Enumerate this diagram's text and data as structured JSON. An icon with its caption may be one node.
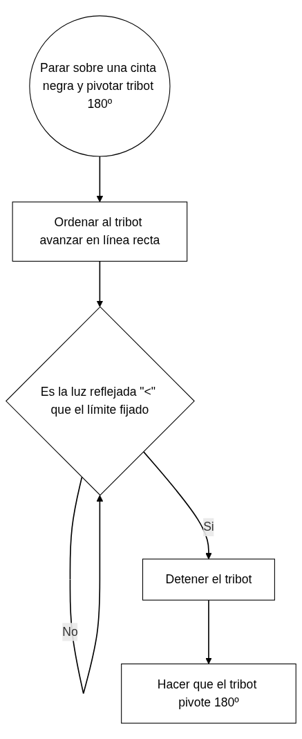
{
  "diagram": {
    "nodes": [
      {
        "text": [
          "Parar sobre una cinta negra y pivotar tribot 180º"
        ]
      },
      {
        "text": [
          "Ordenar al tribot avanzar en línea recta"
        ]
      },
      {
        "text": [
          "Es la luz reflejada \"<\" que el límite fijado"
        ]
      },
      {
        "text": [
          "Detener el tribot"
        ]
      },
      {
        "text": [
          "Hacer que el tribot pivote 180º"
        ]
      }
    ],
    "edges": [
      {
        "from": 0,
        "to": 1,
        "arrow": "to"
      },
      {
        "from": 1,
        "to": 2,
        "arrow": "to"
      },
      {
        "from": 2,
        "to": 2,
        "arrow": "to",
        "label": "No"
      },
      {
        "from": 2,
        "to": 3,
        "arrow": "to",
        "label": "Si"
      },
      {
        "from": 3,
        "to": 4,
        "arrow": "to"
      }
    ]
  }
}
